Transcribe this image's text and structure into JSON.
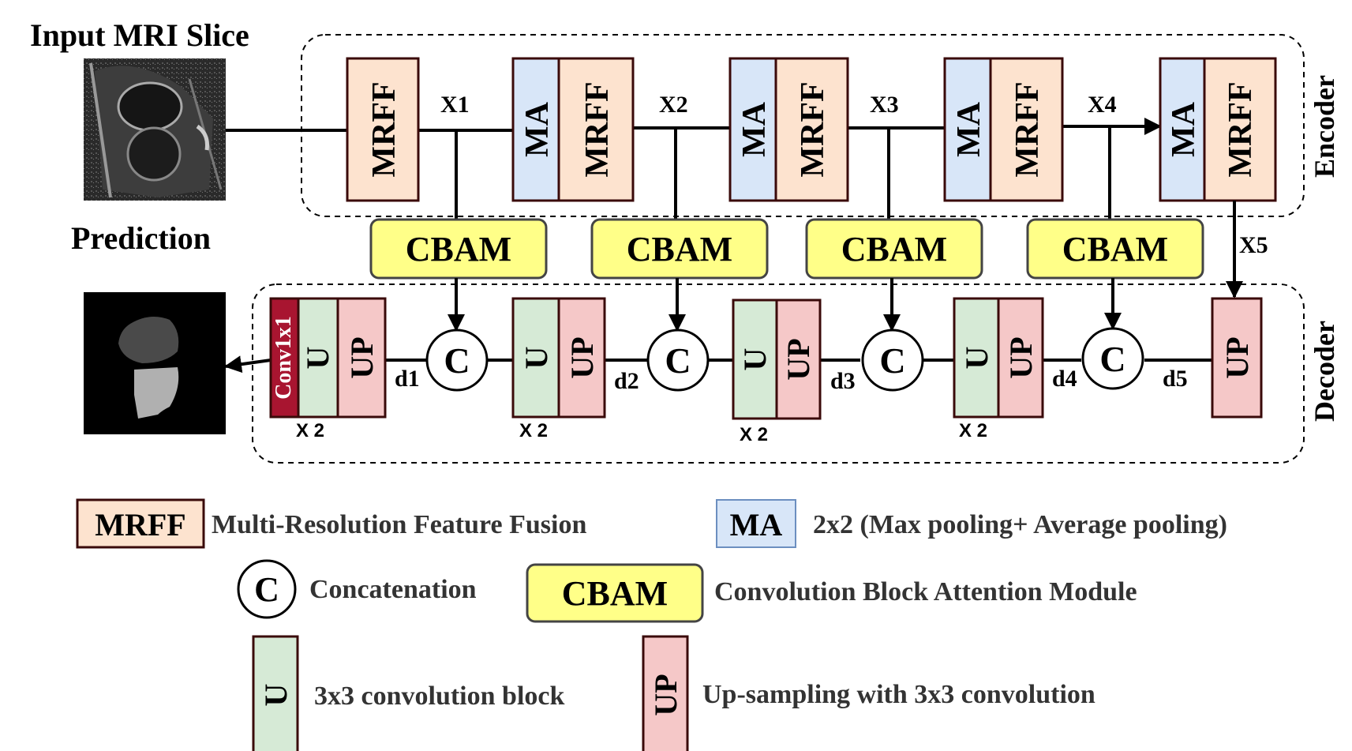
{
  "title_input": "Input MRI Slice",
  "title_prediction": "Prediction",
  "encoder_label": "Encoder",
  "decoder_label": "Decoder",
  "blocks": {
    "mrff": "MRFF",
    "ma": "MA",
    "cbam": "CBAM",
    "u": "U",
    "up": "UP",
    "conv": "Conv1x1",
    "concat": "C"
  },
  "skip_labels": [
    "X1",
    "X2",
    "X3",
    "X4",
    "X5"
  ],
  "decoder_labels": [
    "d1",
    "d2",
    "d3",
    "d4",
    "d5"
  ],
  "repeat_label": "X 2",
  "legend": {
    "mrff": "Multi-Resolution Feature Fusion",
    "ma": "2x2 (Max pooling+ Average pooling)",
    "concat": "Concatenation",
    "cbam": "Convolution Block Attention Module",
    "u": "3x3 convolution block",
    "up": "Up-sampling with 3x3 convolution"
  },
  "colors": {
    "mrff": "#fde3cf",
    "ma": "#d8e6f8",
    "cbam": "#ffff88",
    "u": "#d6ead6",
    "up": "#f5c8c8",
    "conv": "#a81530",
    "border": "#3a0a0a"
  }
}
